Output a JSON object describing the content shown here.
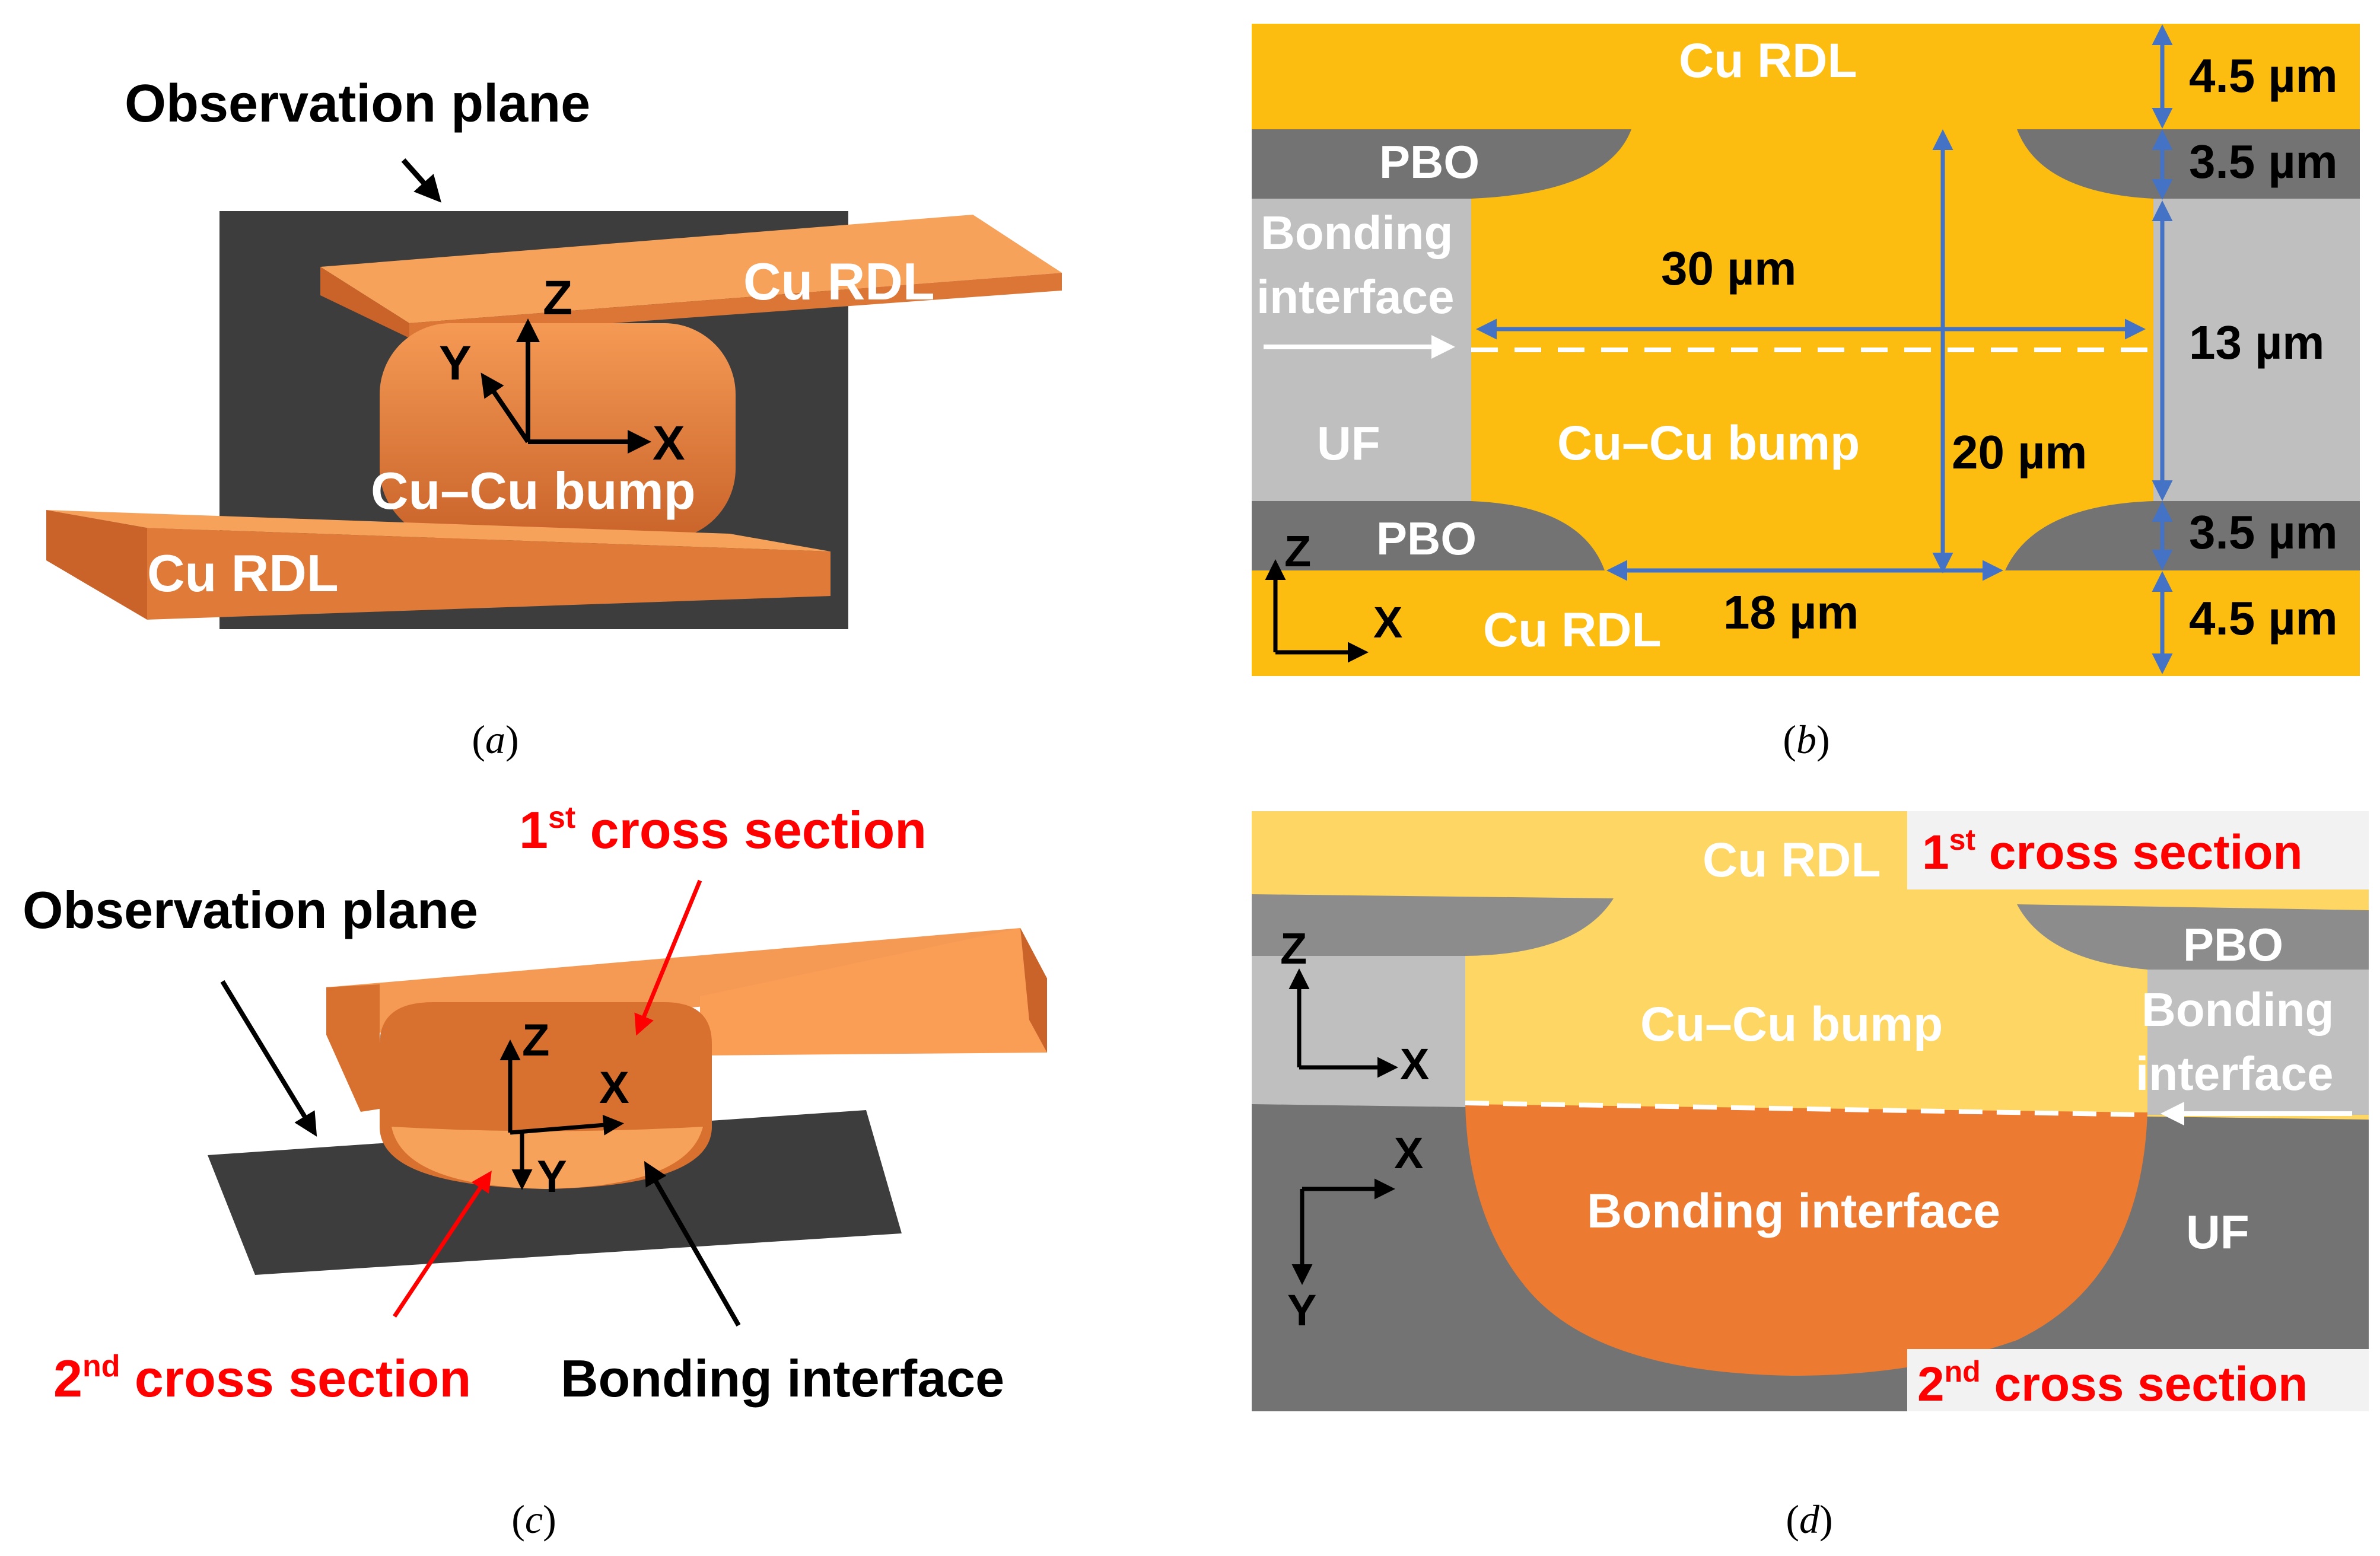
{
  "colors": {
    "copper_top": "#f6a25a",
    "copper_side": "#d8712f",
    "copper_bump": "#e0793a",
    "plane": "#3d3d3d",
    "gold": "#fdbd10",
    "gold_light": "#fdd663",
    "pbo": "#737373",
    "uf_light": "#bfbfbf",
    "uf_dark": "#737373",
    "interface_orange": "#ec7a30",
    "arrow_blue": "#4472c4",
    "red": "#ff0000"
  },
  "panel_a": {
    "caption_letter": "a",
    "observation_plane": "Observation plane",
    "cu_rdl_top": "Cu RDL",
    "cu_rdl_bottom": "Cu RDL",
    "bump": "Cu–Cu bump",
    "axis_z": "Z",
    "axis_y": "Y",
    "axis_x": "X"
  },
  "panel_b": {
    "caption_letter": "b",
    "cu_rdl_top": "Cu RDL",
    "cu_rdl_bottom": "Cu RDL",
    "pbo_top": "PBO",
    "pbo_bottom": "PBO",
    "bonding_line1": "Bonding",
    "bonding_line2": "interface",
    "uf": "UF",
    "bump": "Cu–Cu bump",
    "dim_30": "30 µm",
    "dim_20": "20 µm",
    "dim_18": "18 µm",
    "dim_top_rdl": "4.5 µm",
    "dim_top_pbo": "3.5 µm",
    "dim_13": "13 µm",
    "dim_bottom_pbo": "3.5 µm",
    "dim_bottom_rdl": "4.5 µm",
    "axis_z": "Z",
    "axis_x": "X"
  },
  "panel_c": {
    "caption_letter": "c",
    "first_cross_num": "1",
    "first_cross_sup": "st",
    "first_cross_rest": " cross section",
    "observation_plane": "Observation plane",
    "second_cross_num": "2",
    "second_cross_sup": "nd",
    "second_cross_rest": " cross section",
    "bonding_interface": "Bonding interface",
    "axis_z": "Z",
    "axis_x": "X",
    "axis_y": "Y"
  },
  "panel_d": {
    "caption_letter": "d",
    "cu_rdl": "Cu RDL",
    "first_cross_num": "1",
    "first_cross_sup": "st",
    "first_cross_rest": " cross section",
    "pbo": "PBO",
    "bonding_line1": "Bonding",
    "bonding_line2": "interface",
    "bump": "Cu–Cu bump",
    "bonding_interface": "Bonding interface",
    "uf": "UF",
    "second_cross_num": "2",
    "second_cross_sup": "nd",
    "second_cross_rest": " cross section",
    "axis_z": "Z",
    "axis_x_upper": "X",
    "axis_x_lower": "X",
    "axis_y": "Y"
  }
}
